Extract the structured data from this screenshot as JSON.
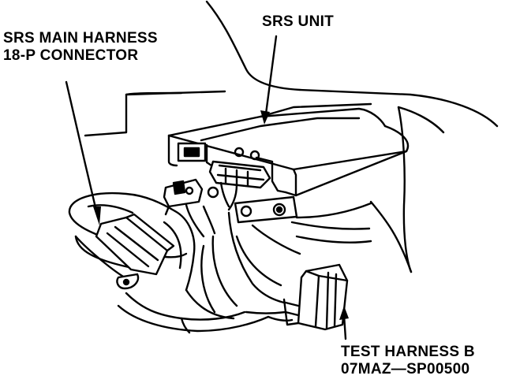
{
  "labels": {
    "main_harness": [
      "SRS MAIN HARNESS",
      "18-P CONNECTOR"
    ],
    "srs_unit": "SRS UNIT",
    "test_harness": [
      "TEST HARNESS B",
      "07MAZ—SP00500"
    ]
  },
  "colors": {
    "ink": "#000000",
    "paper": "#ffffff"
  }
}
